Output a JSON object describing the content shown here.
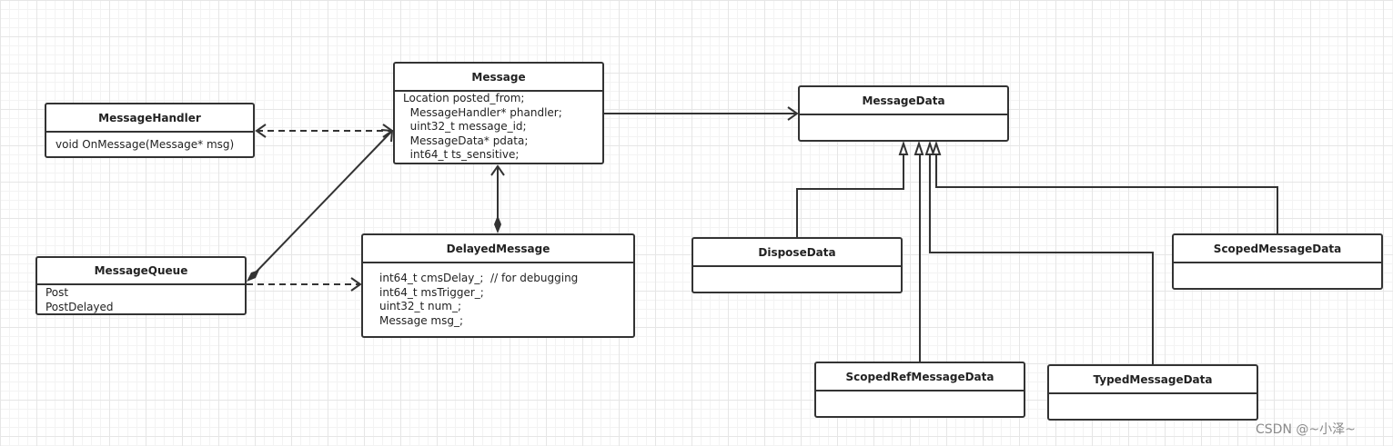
{
  "classes": {
    "message_handler": {
      "name": "MessageHandler",
      "members": [
        "void OnMessage(Message* msg)"
      ]
    },
    "message": {
      "name": "Message",
      "members": [
        "Location posted_from;",
        "  MessageHandler* phandler;",
        "  uint32_t message_id;",
        "  MessageData* pdata;",
        "  int64_t ts_sensitive;"
      ]
    },
    "message_queue": {
      "name": "MessageQueue",
      "members": [
        "Post",
        "PostDelayed"
      ]
    },
    "delayed_message": {
      "name": "DelayedMessage",
      "members": [
        "int64_t cmsDelay_;  // for debugging",
        "int64_t msTrigger_;",
        "uint32_t num_;",
        "Message msg_;"
      ]
    },
    "message_data": {
      "name": "MessageData",
      "members": []
    },
    "dispose_data": {
      "name": "DisposeData",
      "members": []
    },
    "scoped_message_data": {
      "name": "ScopedMessageData",
      "members": []
    },
    "scoped_ref_message_data": {
      "name": "ScopedRefMessageData",
      "members": []
    },
    "typed_message_data": {
      "name": "TypedMessageData",
      "members": []
    }
  },
  "relations": [
    {
      "from": "MessageHandler",
      "to": "Message",
      "type": "bidirectional-dependency"
    },
    {
      "from": "MessageQueue",
      "to": "Message",
      "type": "composition"
    },
    {
      "from": "MessageQueue",
      "to": "DelayedMessage",
      "type": "dependency"
    },
    {
      "from": "DelayedMessage",
      "to": "Message",
      "type": "composition"
    },
    {
      "from": "Message",
      "to": "MessageData",
      "type": "association"
    },
    {
      "from": "DisposeData",
      "to": "MessageData",
      "type": "inheritance"
    },
    {
      "from": "ScopedRefMessageData",
      "to": "MessageData",
      "type": "inheritance"
    },
    {
      "from": "TypedMessageData",
      "to": "MessageData",
      "type": "inheritance"
    },
    {
      "from": "ScopedMessageData",
      "to": "MessageData",
      "type": "inheritance"
    }
  ],
  "watermark": "CSDN @~小泽~",
  "colors": {
    "line": "#333333",
    "grid": "#e6e6e6"
  }
}
